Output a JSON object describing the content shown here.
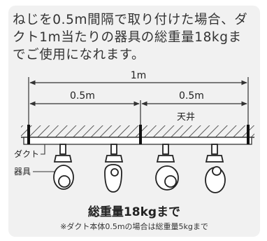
{
  "intro_text": "ねじを0.5m間隔で取り付けた場合、ダクト1m当たりの器具の総重量18kgまでご使用になれます。",
  "dimension_total": "1m",
  "dimension_left": "0.5m",
  "dimension_right": "0.5m",
  "ceiling_label": "天井",
  "duct_label": "ダクト",
  "fixture_label": "器具",
  "total_weight": "総重量18kgまで",
  "footnote": "※ダクト本体0.5mの場合は総重量5kgまで"
}
